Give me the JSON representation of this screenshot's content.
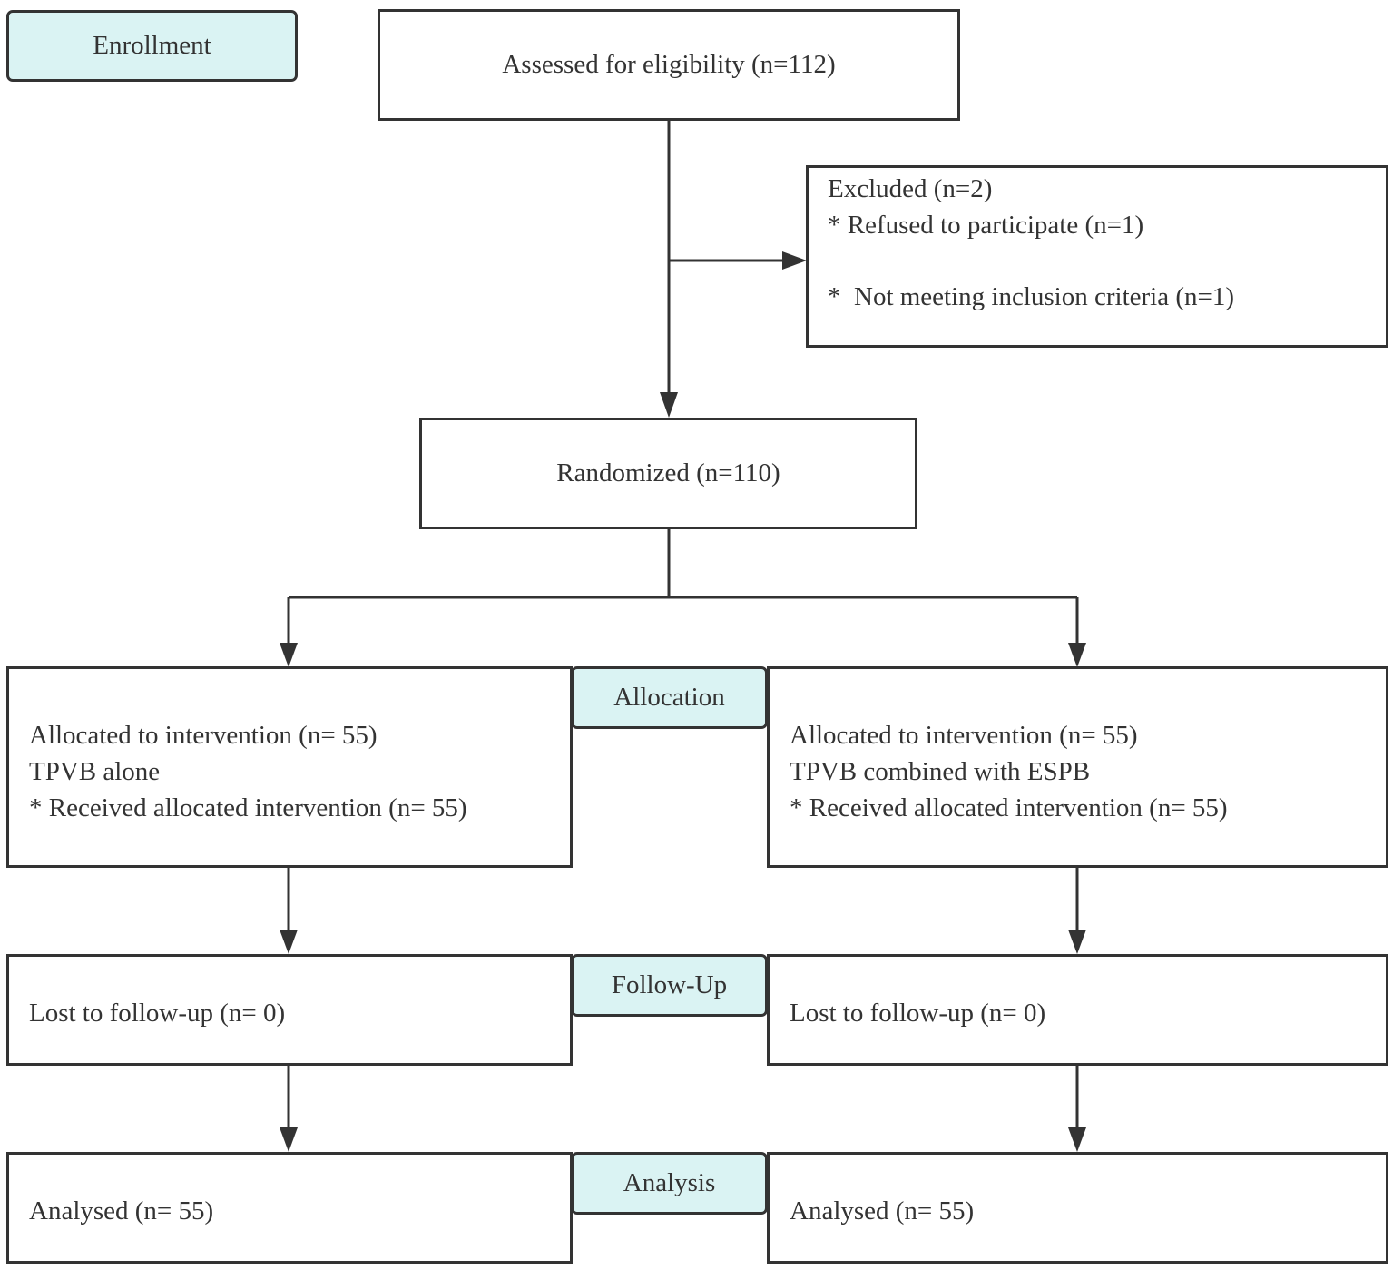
{
  "stages": {
    "enrollment": "Enrollment",
    "allocation": "Allocation",
    "follow_up": "Follow-Up",
    "analysis": "Analysis"
  },
  "assessed": "Assessed for eligibility (n=112)",
  "excluded": {
    "title": "Excluded (n=2)",
    "item1": "* Refused to participate (n=1)",
    "item2": "*  Not meeting inclusion criteria (n=1)"
  },
  "randomized": "Randomized (n=110)",
  "left_arm": {
    "allocated": "Allocated to intervention (n= 55)",
    "group": "TPVB alone",
    "received": "* Received allocated intervention (n= 55)",
    "lost": "Lost to follow-up (n= 0)",
    "analysed": "Analysed (n= 55)"
  },
  "right_arm": {
    "allocated": "Allocated to intervention (n= 55)",
    "group": "TPVB combined with ESPB",
    "received": "* Received allocated intervention (n= 55)",
    "lost": "Lost to follow-up (n= 0)",
    "analysed": "Analysed (n= 55)"
  },
  "colors": {
    "stroke": "#333333",
    "stage_fill": "#daf3f3",
    "box_fill": "#ffffff"
  }
}
